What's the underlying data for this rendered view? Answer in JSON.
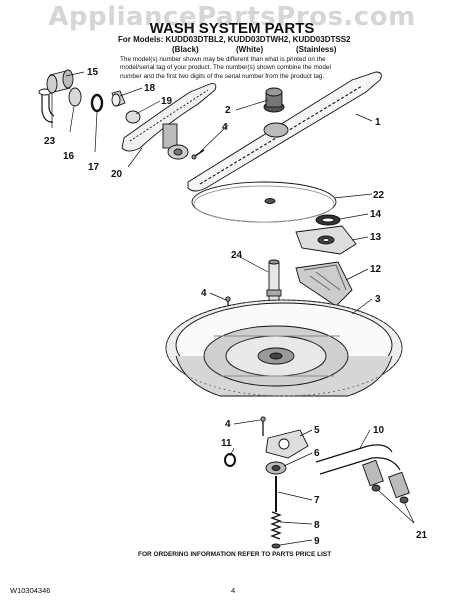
{
  "watermark": "AppliancePartsPros.com",
  "header": {
    "title": "WASH SYSTEM PARTS",
    "models_line": "For Models: KUDD03DTBL2, KUDD03DTWH2, KUDD03DTSS2",
    "finishes": [
      "(Black)",
      "(White)",
      "(Stainless)"
    ],
    "note_lines": [
      "The model(s) number shown may be different than what is printed on the",
      "model/serial tag of your product. The number(s) shown combine the model",
      "number and the first two digits of the serial number from the product tag."
    ]
  },
  "callouts": [
    "15",
    "23",
    "16",
    "17",
    "18",
    "19",
    "20",
    "2",
    "4",
    "1",
    "22",
    "14",
    "13",
    "24",
    "12",
    "4",
    "3",
    "4",
    "11",
    "5",
    "6",
    "10",
    "7",
    "8",
    "9",
    "21"
  ],
  "footer": {
    "ordering_note": "FOR ORDERING INFORMATION REFER TO PARTS PRICE LIST",
    "doc_number": "W10304346",
    "page_number": "4"
  }
}
